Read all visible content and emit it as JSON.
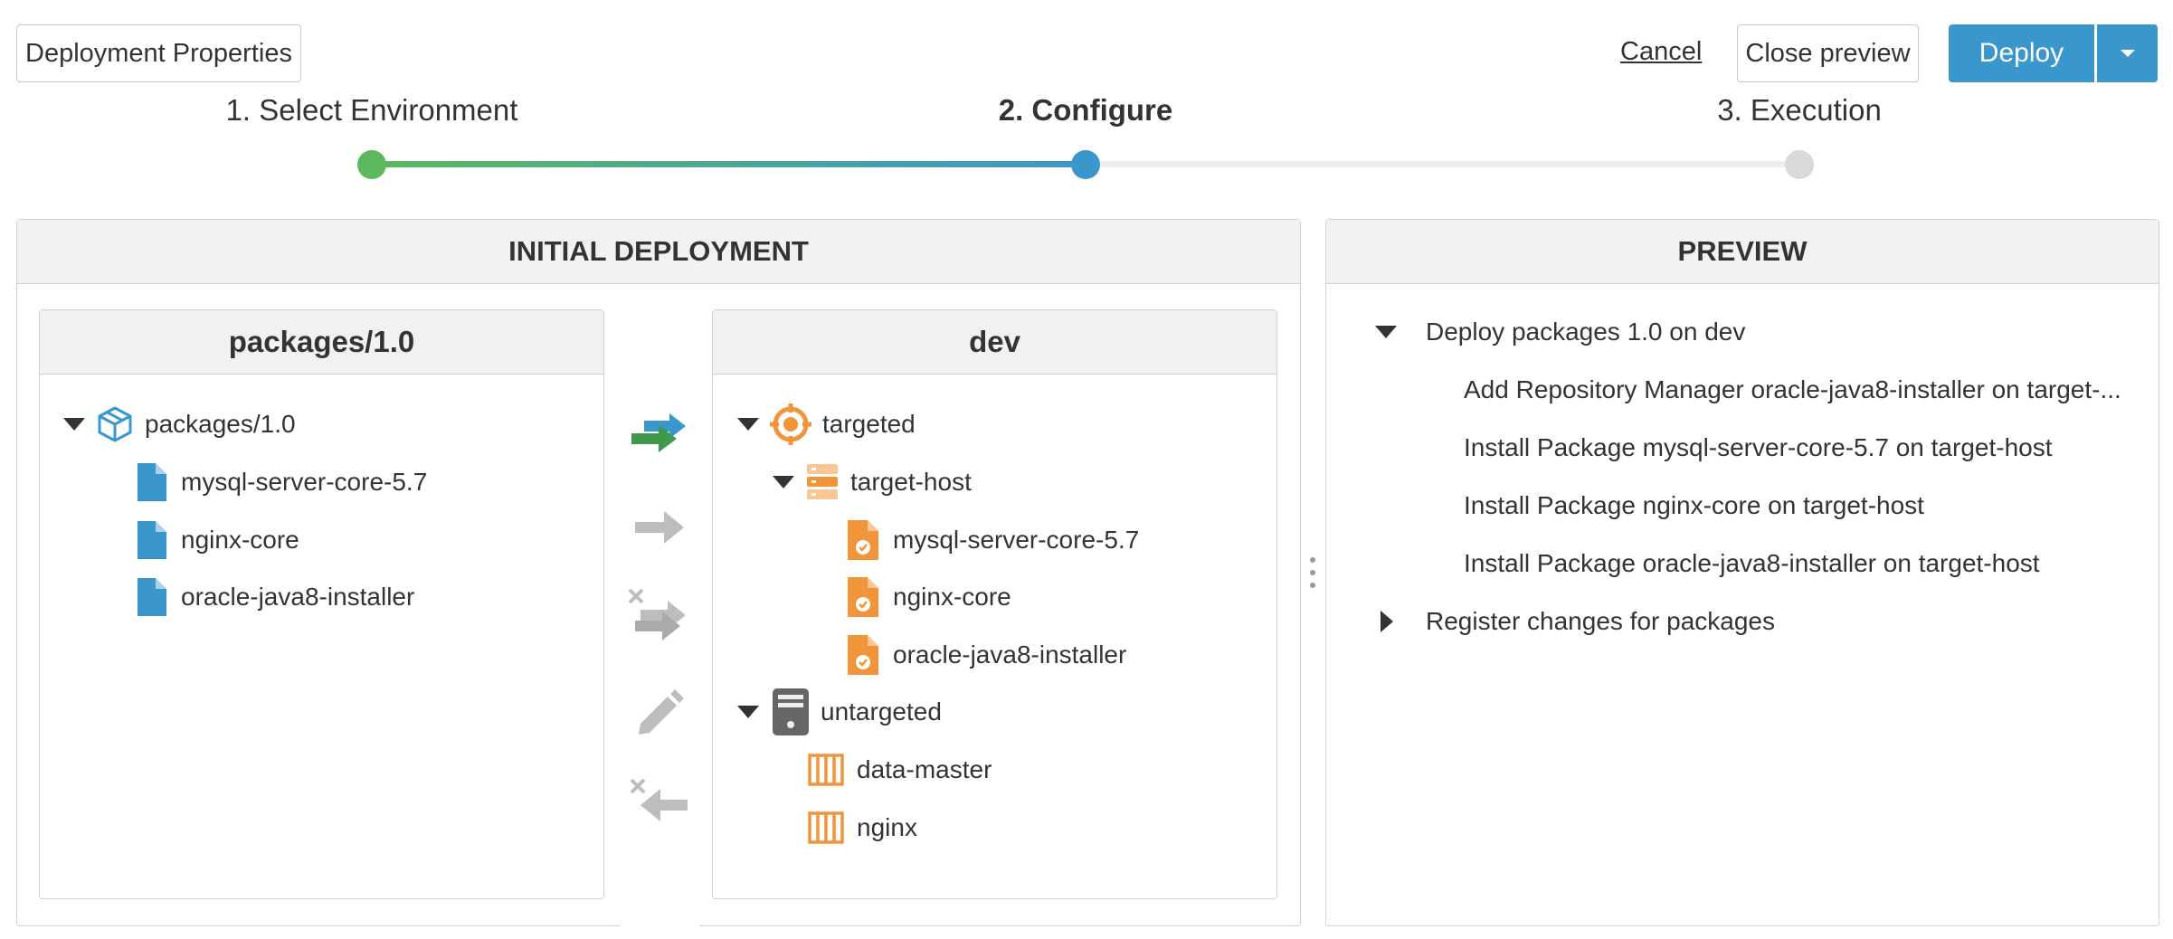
{
  "toolbar": {
    "deployment_properties": "Deployment Properties",
    "cancel": "Cancel",
    "close_preview": "Close preview",
    "deploy": "Deploy"
  },
  "steps": [
    {
      "label": "1. Select Environment",
      "state": "done"
    },
    {
      "label": "2. Configure",
      "state": "active"
    },
    {
      "label": "3. Execution",
      "state": "pending"
    }
  ],
  "colors": {
    "done": "#5cb85c",
    "active": "#3a97cc",
    "pending": "#d9d9d9",
    "orange": "#f0953a",
    "blue": "#3a97cc",
    "green": "#3e9a4a"
  },
  "initial_deployment": {
    "title": "INITIAL DEPLOYMENT",
    "source": {
      "title": "packages/1.0",
      "root": "packages/1.0",
      "items": [
        "mysql-server-core-5.7",
        "nginx-core",
        "oracle-java8-installer"
      ]
    },
    "target": {
      "title": "dev",
      "targeted": "targeted",
      "host": "target-host",
      "host_items": [
        "mysql-server-core-5.7",
        "nginx-core",
        "oracle-java8-installer"
      ],
      "untargeted": "untargeted",
      "untargeted_items": [
        "data-master",
        "nginx"
      ]
    }
  },
  "preview": {
    "title": "PREVIEW",
    "root": "Deploy packages 1.0 on dev",
    "steps": [
      "Add Repository Manager oracle-java8-installer on target-...",
      "Install Package mysql-server-core-5.7 on target-host",
      "Install Package nginx-core on target-host",
      "Install Package oracle-java8-installer on target-host"
    ],
    "second": "Register changes for packages"
  },
  "icons": {
    "source_root": "package-icon",
    "source_item": "file-icon",
    "targeted": "target-icon",
    "host": "server-icon",
    "host_item": "deployed-file-icon",
    "untargeted": "computer-icon",
    "untargeted_item": "container-icon"
  }
}
